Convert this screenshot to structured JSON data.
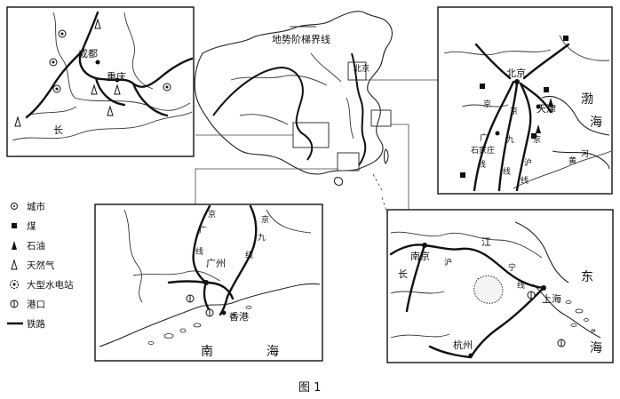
{
  "figure_caption": "图 1",
  "main_map": {
    "boundary_label": "地势阶梯界线",
    "beijing": "北京"
  },
  "inset_sichuan": {
    "cities": [
      "成都",
      "重庆"
    ],
    "river_label": "长"
  },
  "inset_beijing": {
    "cities": [
      "北京",
      "天津",
      "石家庄"
    ],
    "sea_label": [
      "渤",
      "海"
    ],
    "railway_labels": [
      "京",
      "广",
      "线",
      "京",
      "九",
      "线",
      "京",
      "沪",
      "线",
      "黄",
      "河"
    ]
  },
  "inset_guangzhou": {
    "cities": [
      "广州",
      "香港"
    ],
    "sea_label": [
      "南",
      "海"
    ],
    "railway_labels": [
      "京",
      "广",
      "线",
      "京",
      "九",
      "线"
    ]
  },
  "inset_shanghai": {
    "cities": [
      "南京",
      "上海",
      "杭州"
    ],
    "river_label": [
      "长",
      "江"
    ],
    "railway_labels": [
      "沪",
      "宁",
      "线"
    ],
    "sea_label": [
      "东",
      "海"
    ]
  },
  "legend": {
    "items": [
      {
        "icon": "city-icon",
        "label": "城市"
      },
      {
        "icon": "coal-icon",
        "label": "煤"
      },
      {
        "icon": "oil-icon",
        "label": "石油"
      },
      {
        "icon": "gas-icon",
        "label": "天然气"
      },
      {
        "icon": "hydropower-icon",
        "label": "大型水电站"
      },
      {
        "icon": "port-icon",
        "label": "港口"
      },
      {
        "icon": "railway-icon",
        "label": "铁路"
      }
    ]
  }
}
